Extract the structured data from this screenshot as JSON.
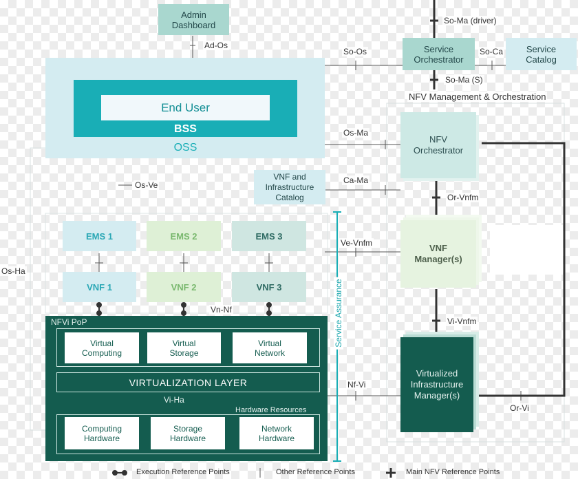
{
  "admin": {
    "line1": "Admin",
    "line2": "Dashboard"
  },
  "ref_points": {
    "ad_os": "Ad-Os",
    "so_os": "So-Os",
    "so_ma_driver": "So-Ma (driver)",
    "so_ca": "So-Ca",
    "so_ma_s": "So-Ma (S)",
    "os_ma": "Os-Ma",
    "os_ve": "Os-Ve",
    "ca_ma": "Ca-Ma",
    "os_ha": "Os-Ha",
    "or_vnfm": "Or-Vnfm",
    "ve_vnfm": "Ve-Vnfm",
    "vn_nf": "Vn-Nf",
    "vi_vnfm": "Vi-Vnfm",
    "nf_vi": "Nf-Vi",
    "vi_ha": "Vi-Ha",
    "or_vi": "Or-Vi"
  },
  "service_orchestrator": {
    "line1": "Service",
    "line2": "Orchestrator"
  },
  "service_catalog": {
    "line1": "Service",
    "line2": "Catalog"
  },
  "mano_label": "NFV Management & Orchestration",
  "oss": {
    "end_user": "End User",
    "bss": "BSS",
    "oss": "OSS"
  },
  "nfv_orchestrator": {
    "line1": "NFV",
    "line2": "Orchestrator"
  },
  "vnf_catalog": {
    "line1": "VNF and",
    "line2": "Infrastructure",
    "line3": "Catalog"
  },
  "ems": [
    "EMS 1",
    "EMS 2",
    "EMS 3"
  ],
  "vnfs": [
    "VNF 1",
    "VNF 2",
    "VNF 3"
  ],
  "vnf_manager": {
    "line1": "VNF",
    "line2": "Manager(s)"
  },
  "service_assurance": "Service Assurance",
  "nfvi": {
    "title": "NFVi PoP",
    "virtual": [
      {
        "line1": "Virtual",
        "line2": "Computing"
      },
      {
        "line1": "Virtual",
        "line2": "Storage"
      },
      {
        "line1": "Virtual",
        "line2": "Network"
      }
    ],
    "virtualization_layer": "VIRTUALIZATION LAYER",
    "hardware_resources": "Hardware Resources",
    "hardware": [
      {
        "line1": "Computing",
        "line2": "Hardware"
      },
      {
        "line1": "Storage",
        "line2": "Hardware"
      },
      {
        "line1": "Network",
        "line2": "Hardware"
      }
    ]
  },
  "vim": {
    "line1": "Virtualized",
    "line2": "Infrastructure",
    "line3": "Manager(s)"
  },
  "legend": {
    "execution": "Execution Reference Points",
    "other": "Other Reference Points",
    "main": "Main NFV Reference Points"
  },
  "colors": {
    "teal": "#19aeb6",
    "dark_green": "#145c4f",
    "light_blue": "#d4ecf1"
  }
}
